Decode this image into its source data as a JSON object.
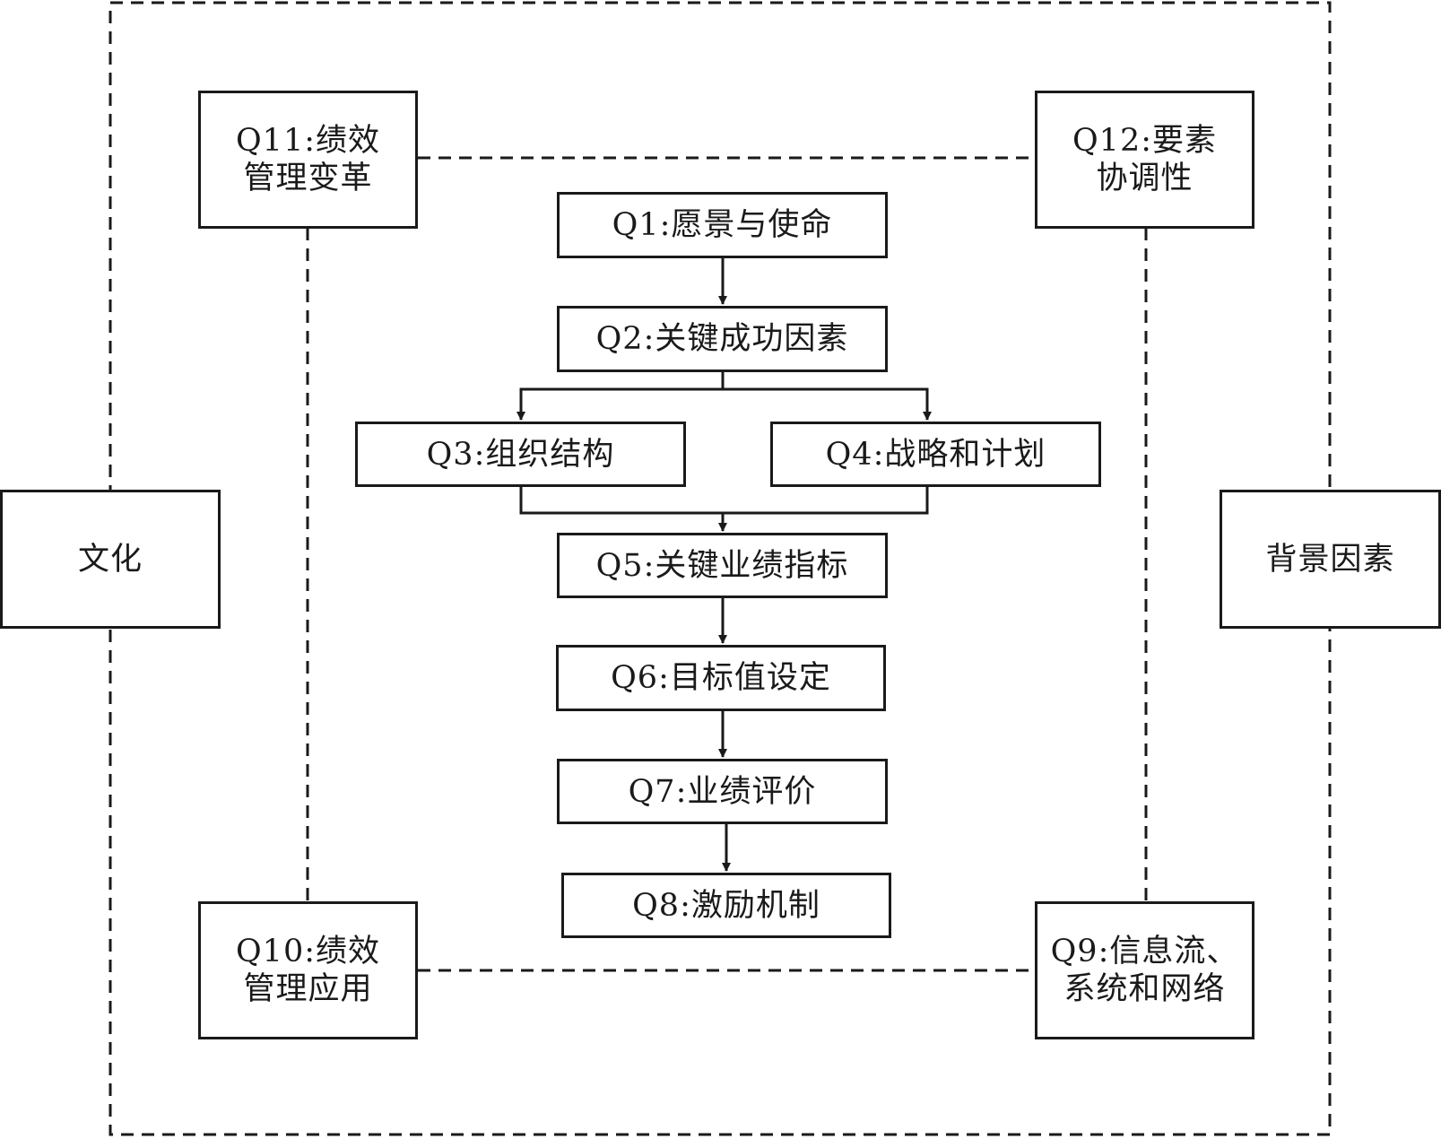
{
  "diagram": {
    "side_left": "文化",
    "side_right": "背景因素",
    "corners": {
      "q11": {
        "line1": "Q11:绩效",
        "line2": "管理变革"
      },
      "q12": {
        "line1": "Q12:要素",
        "line2": "协调性"
      },
      "q10": {
        "line1": "Q10:绩效",
        "line2": "管理应用"
      },
      "q9": {
        "line1": "Q9:信息流、",
        "line2": "系统和网络"
      }
    },
    "flow": {
      "q1": "Q1:愿景与使命",
      "q2": "Q2:关键成功因素",
      "q3": "Q3:组织结构",
      "q4": "Q4:战略和计划",
      "q5": "Q5:关键业绩指标",
      "q6": "Q6:目标值设定",
      "q7": "Q7:业绩评价",
      "q8": "Q8:激励机制"
    }
  }
}
